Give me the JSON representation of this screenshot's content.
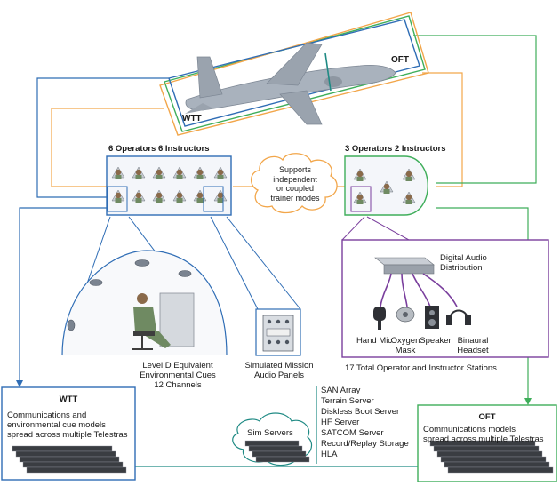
{
  "aircraft": {
    "wtt_label": "WTT",
    "oft_label": "OFT"
  },
  "wtt_room": {
    "title": "6 Operators 6 Instructors"
  },
  "oft_room": {
    "title": "3 Operators 2 Instructors"
  },
  "cloud_note": {
    "lines": [
      "Supports",
      "independent",
      "or coupled",
      "trainer modes"
    ]
  },
  "dome": {
    "caption_lines": [
      "Level D Equivalent",
      "Environmental Cues",
      "12 Channels"
    ]
  },
  "audio_panel": {
    "caption_lines": [
      "Simulated Mission",
      "Audio Panels"
    ]
  },
  "audio_distribution": {
    "title_lines": [
      "Digital Audio",
      "Distribution"
    ],
    "devices": [
      {
        "name": "hand-mic",
        "label_lines": [
          "Hand Mic"
        ]
      },
      {
        "name": "oxygen-mask",
        "label_lines": [
          "Oxygen",
          "Mask"
        ]
      },
      {
        "name": "speaker",
        "label_lines": [
          "Speaker"
        ]
      },
      {
        "name": "binaural-headset",
        "label_lines": [
          "Binaural",
          "Headset"
        ]
      }
    ]
  },
  "stations_total": "17 Total Operator and Instructor Stations",
  "wtt_box": {
    "title": "WTT",
    "lines": [
      "Communications and",
      "environmental cue models",
      "spread across multiple Telestras"
    ]
  },
  "oft_box": {
    "title": "OFT",
    "lines": [
      "Communications models",
      "spread across multiple Telestras"
    ]
  },
  "sim_servers": {
    "label": "Sim Servers",
    "list": [
      "SAN Array",
      "Terrain Server",
      "Diskless Boot Server",
      "HF Server",
      "SATCOM Server",
      "Record/Replay Storage",
      "HLA"
    ]
  },
  "colors": {
    "blue": "#2f6db5",
    "orange": "#f2a64a",
    "green": "#3fae5a",
    "purple": "#7a3f9d",
    "teal": "#1f8a84"
  }
}
